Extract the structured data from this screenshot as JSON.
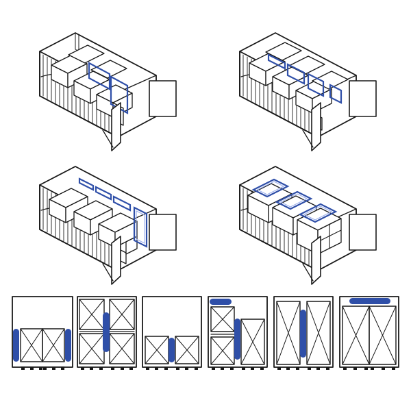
{
  "colors": {
    "ink": "#1a1a1a",
    "airbag": "#2f4fa8",
    "airbag_light": "#9fb2ee",
    "background": "#ffffff"
  },
  "illustrations": [
    {
      "id": "container-1",
      "airbag_placement": "between-stacks-vertical"
    },
    {
      "id": "container-2",
      "airbag_placement": "between-pallet-rows"
    },
    {
      "id": "container-3",
      "airbag_placement": "along-side-wall"
    },
    {
      "id": "container-4",
      "airbag_placement": "on-top-of-cargo"
    }
  ],
  "diagrams": [
    {
      "id": "panel-1",
      "layout": "two-pallets-side-gaps",
      "airbags": [
        "left-vertical",
        "right-vertical"
      ]
    },
    {
      "id": "panel-2",
      "layout": "four-pallets-double-stack",
      "airbags": [
        "center-vertical"
      ]
    },
    {
      "id": "panel-3",
      "layout": "two-low-pallets",
      "airbags": [
        "center-short"
      ]
    },
    {
      "id": "panel-4",
      "layout": "mixed-stack",
      "airbags": [
        "top-horizontal",
        "center-vertical"
      ]
    },
    {
      "id": "panel-5",
      "layout": "two-tall-pallets",
      "airbags": [
        "center-vertical"
      ]
    },
    {
      "id": "panel-6",
      "layout": "two-tall-pallets-full",
      "airbags": [
        "top-horizontal"
      ]
    }
  ]
}
